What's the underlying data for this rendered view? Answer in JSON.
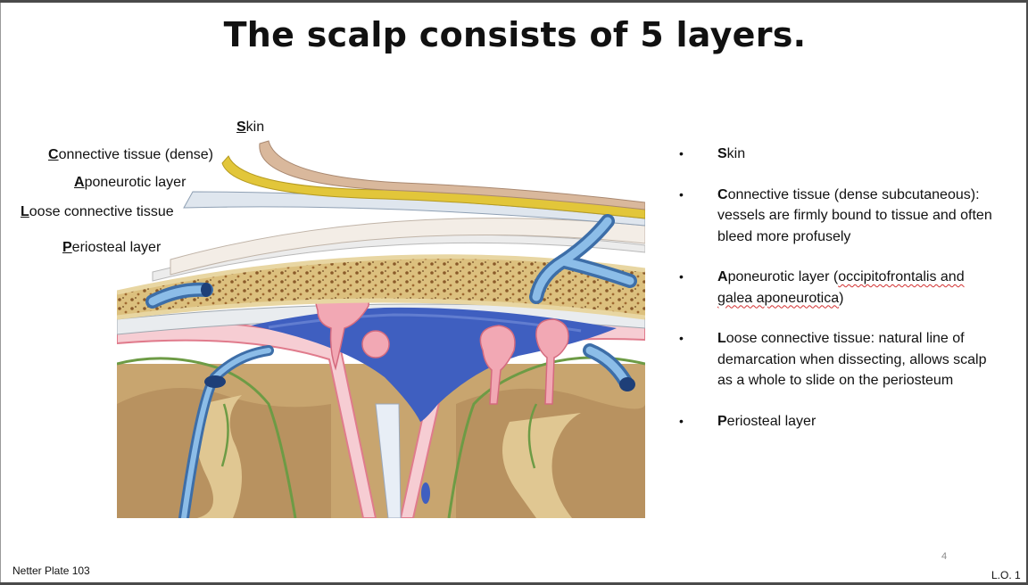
{
  "slide": {
    "title": "The scalp consists of 5 layers.",
    "labels": {
      "skin": {
        "initial": "S",
        "rest": "kin"
      },
      "connective": {
        "initial": "C",
        "rest": "onnective tissue (dense)"
      },
      "aponeurotic": {
        "initial": "A",
        "rest": "poneurotic layer"
      },
      "loose": {
        "initial": "L",
        "rest": "oose connective tissue"
      },
      "periosteal": {
        "initial": "P",
        "rest": "eriosteal layer"
      }
    },
    "bullets": [
      {
        "first": "S",
        "rest": "kin"
      },
      {
        "first": "C",
        "rest": "onnective tissue (dense subcutaneous): vessels are firmly bound to tissue and often bleed more profusely"
      },
      {
        "first": "A",
        "rest": "poneurotic layer (",
        "squiggle": "occipitofrontalis and galea aponeurotica",
        "tail": ")"
      },
      {
        "first": "L",
        "rest": "oose connective tissue: natural line of demarcation when dissecting, allows scalp as a whole to slide on the periosteum"
      },
      {
        "first": "P",
        "rest": "eriosteal layer"
      }
    ],
    "bullet_glyph": "•",
    "page_number": "4",
    "footer_left": "Netter Plate 103",
    "footer_right": "L.O. 1"
  },
  "colors": {
    "skin": "#d9b89c",
    "dense_ct": "#e2c63a",
    "bone": "#dcc07e",
    "sinus": "#3f5fc0",
    "vein": "#6fa2d4",
    "arachnoid": "#f2a8b4",
    "brain": "#c8a56f",
    "pia": "#6d9b45"
  }
}
